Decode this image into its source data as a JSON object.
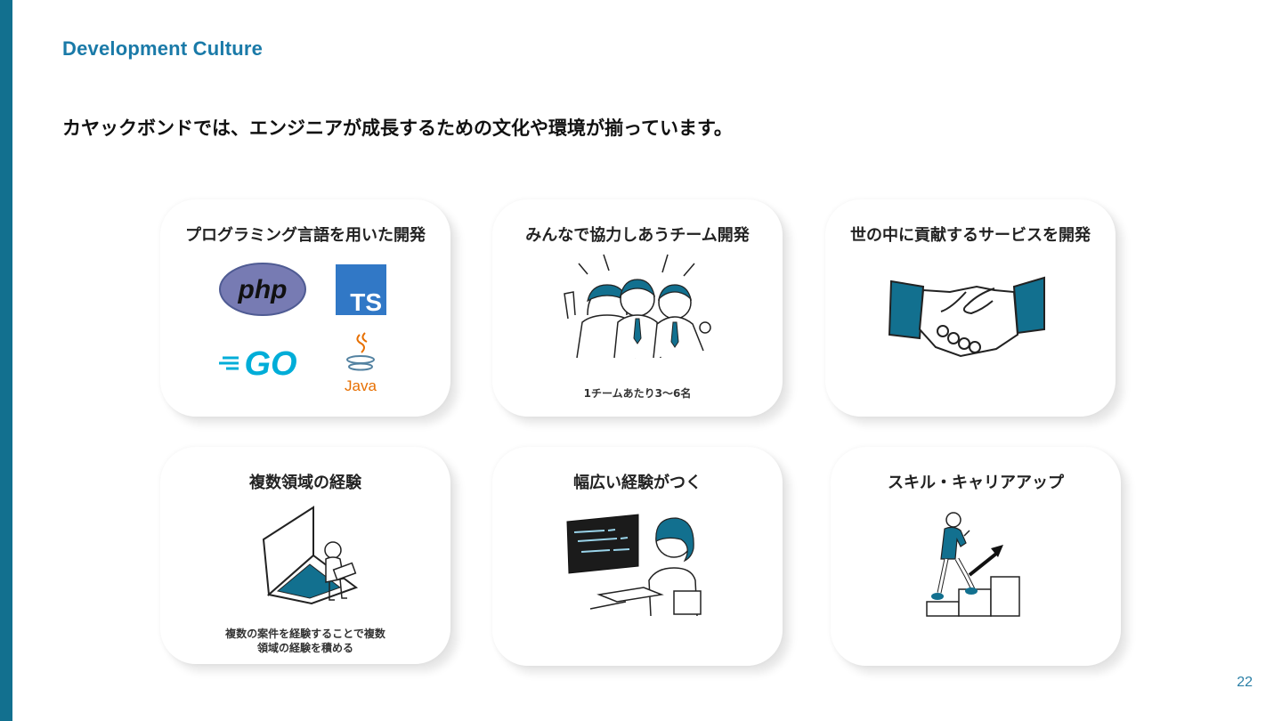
{
  "header": {
    "section_title": "Development Culture",
    "headline": "カヤックボンドでは、エンジニアが成長するための文化や環境が揃っています。"
  },
  "cards": [
    {
      "title": "プログラミング言語を用いた開発",
      "caption": "",
      "logos": [
        "php",
        "TS",
        "GO",
        "Java"
      ]
    },
    {
      "title": "みんなで協力しあうチーム開発",
      "caption": "1チームあたり3〜6名"
    },
    {
      "title": "世の中に貢献するサービスを開発",
      "caption": ""
    },
    {
      "title": "複数領域の経験",
      "caption_line1": "複数の案件を経験することで複数",
      "caption_line2": "領域の経験を積める"
    },
    {
      "title": "幅広い経験がつく",
      "caption": ""
    },
    {
      "title": "スキル・キャリアアップ",
      "caption": ""
    }
  ],
  "footer": {
    "page_number": "22"
  },
  "colors": {
    "accent": "#12708f",
    "title_blue": "#1a7aa8",
    "php": "#777bb3",
    "ts": "#3178c6",
    "go": "#00add8",
    "java": "#e76f00"
  }
}
